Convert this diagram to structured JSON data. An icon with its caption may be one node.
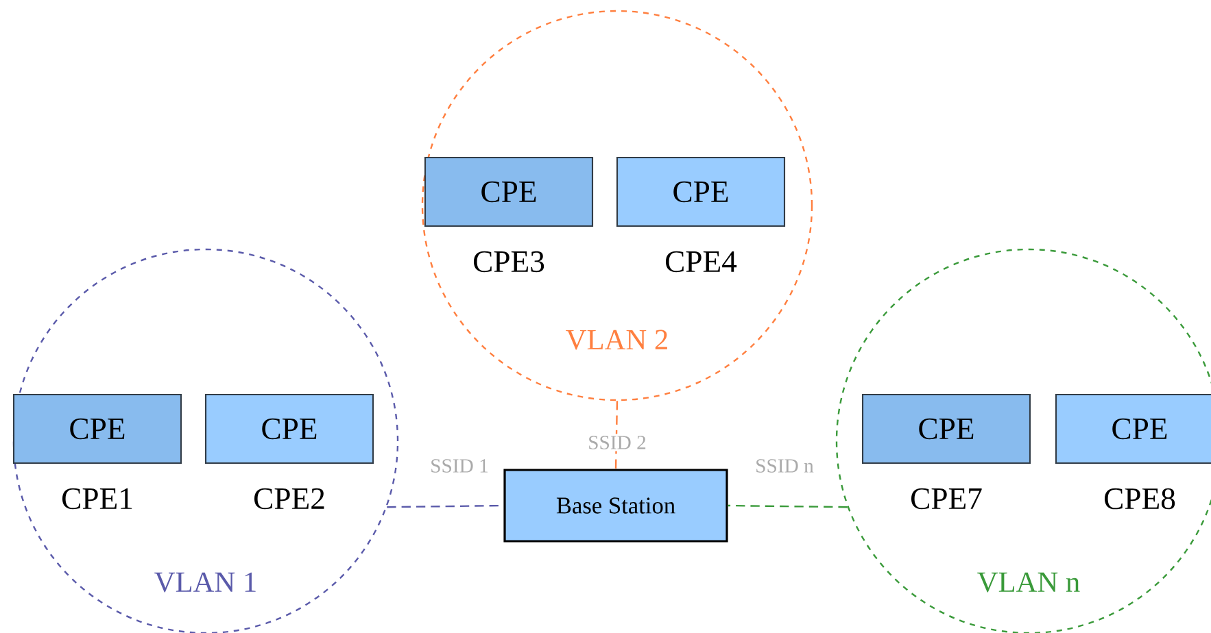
{
  "diagram": {
    "nodes": [
      {
        "text": [
          "VLAN 2"
        ]
      },
      {
        "text": [
          "CPE"
        ],
        "beside": [
          "CPE3"
        ],
        "in": 0
      },
      {
        "text": [
          "CPE"
        ],
        "beside": [
          "CPE4"
        ],
        "in": 0
      },
      {
        "text": [
          "VLAN 1"
        ]
      },
      {
        "text": [
          "CPE"
        ],
        "beside": [
          "CPE1"
        ],
        "in": 3
      },
      {
        "text": [
          "CPE"
        ],
        "beside": [
          "CPE2"
        ],
        "in": 3
      },
      {
        "text": [
          "Base Station"
        ]
      },
      {
        "text": [
          "VLAN n"
        ]
      },
      {
        "text": [
          "CPE"
        ],
        "beside": [
          "CPE7"
        ],
        "in": 7
      },
      {
        "text": [
          "CPE"
        ],
        "beside": [
          "CPE8"
        ],
        "in": 7
      }
    ],
    "edges": [
      {
        "from": 3,
        "to": 6,
        "arrow": "none",
        "label": "SSID 1",
        "style": "dashed",
        "color": "#5a5aaa"
      },
      {
        "from": 0,
        "to": 6,
        "arrow": "none",
        "label": "SSID 2",
        "style": "dashed",
        "color": "#ff7f3f"
      },
      {
        "from": 7,
        "to": 6,
        "arrow": "none",
        "label": "SSID n",
        "style": "dashed",
        "color": "#3a9a3a"
      }
    ]
  }
}
